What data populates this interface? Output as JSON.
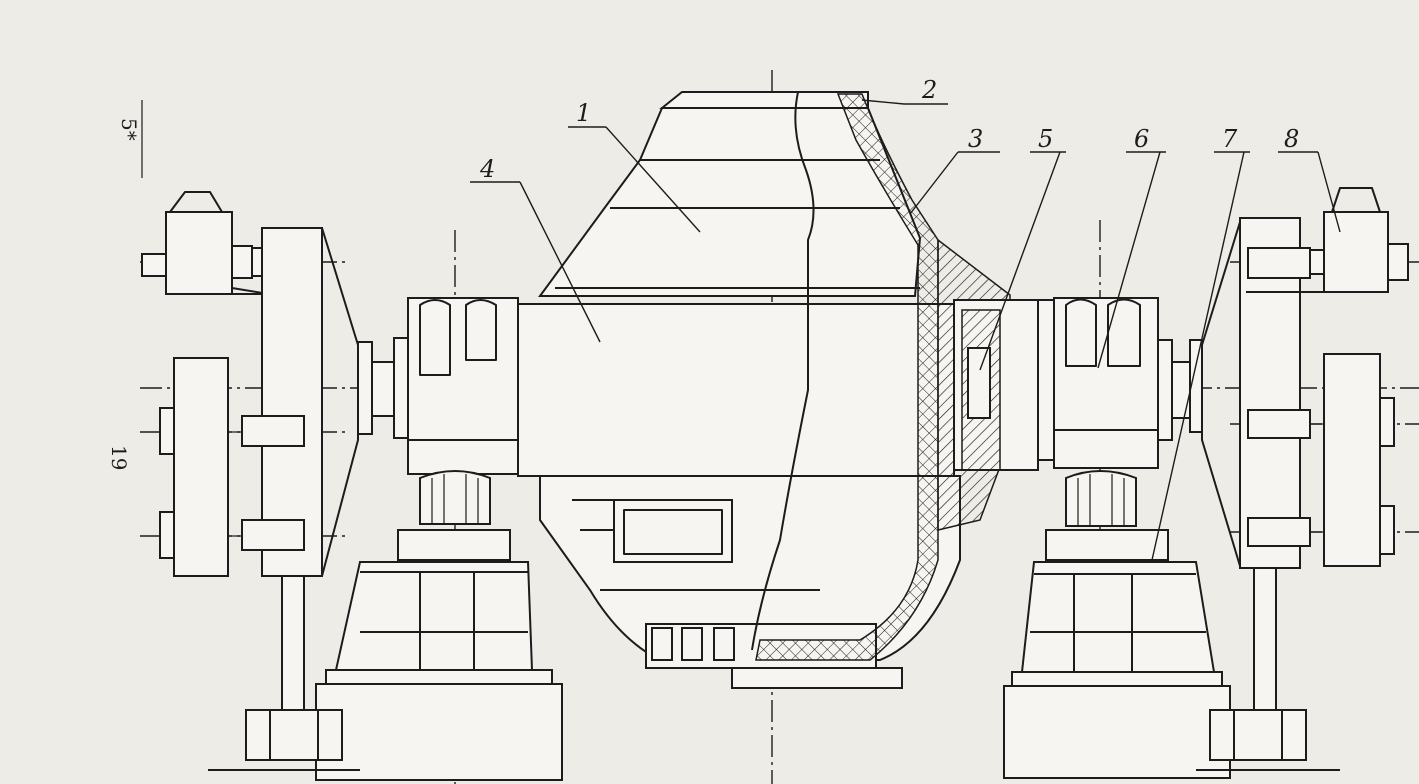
{
  "margin_notes": {
    "top": "5*",
    "middle": "19"
  },
  "callouts": [
    {
      "id": "1",
      "label": "1"
    },
    {
      "id": "2",
      "label": "2"
    },
    {
      "id": "3",
      "label": "3"
    },
    {
      "id": "4",
      "label": "4"
    },
    {
      "id": "5",
      "label": "5"
    },
    {
      "id": "6",
      "label": "6"
    },
    {
      "id": "7",
      "label": "7"
    },
    {
      "id": "8",
      "label": "8"
    }
  ],
  "colors": {
    "paper": "#eeece7",
    "ink": "#1c1c1c"
  }
}
